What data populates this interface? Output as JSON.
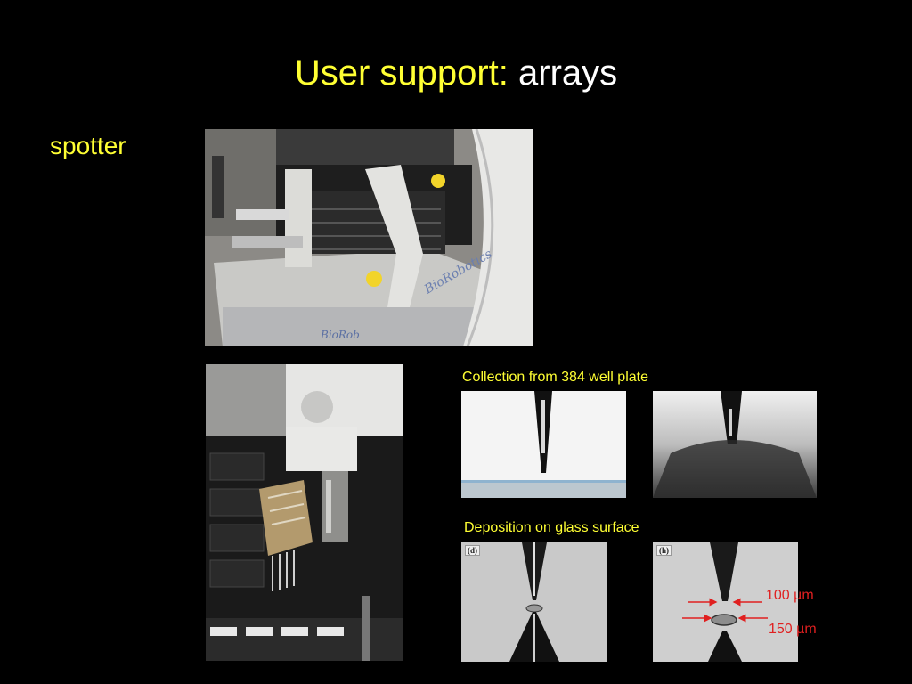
{
  "slide": {
    "title_accent": "User support:",
    "title_rest": "arrays",
    "bullet": "spotter"
  },
  "captions": {
    "collection": "Collection from 384 well plate",
    "deposition": "Deposition on glass surface"
  },
  "panels": {
    "d_tag": "(d)",
    "h_tag": "(h)"
  },
  "measurements": {
    "top": "100 µm",
    "bottom": "150 µm"
  },
  "colors": {
    "background": "#000000",
    "title_accent": "#FFFF33",
    "title_text": "#FFFFFF",
    "caption": "#FFFF33",
    "annotation": "#E02020"
  }
}
